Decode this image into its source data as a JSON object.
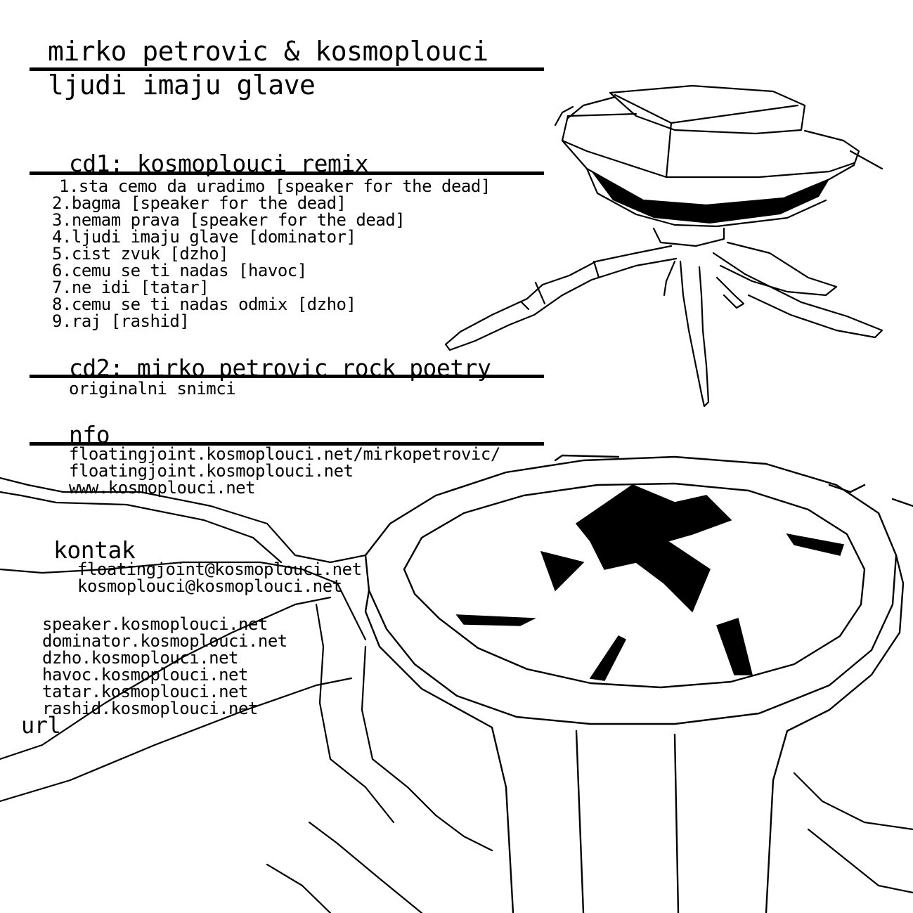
{
  "header": {
    "artist": "mirko petrovic & kosmoplouci",
    "album": "ljudi imaju glave"
  },
  "cd1": {
    "heading": "cd1: kosmoplouci remix",
    "tracks": [
      "1.sta cemo da uradimo [speaker for the dead]",
      "2.bagma [speaker for the dead]",
      "3.nemam prava [speaker for the dead]",
      "4.ljudi imaju glave [dominator]",
      "5.cist zvuk [dzho]",
      "6.cemu se ti nadas [havoc]",
      "7.ne idi [tatar]",
      "8.cemu se ti nadas odmix [dzho]",
      "9.raj [rashid]"
    ]
  },
  "cd2": {
    "heading": "cd2: mirko petrovic rock poetry",
    "subtitle": "originalni snimci"
  },
  "info": {
    "heading": "nfo",
    "links": [
      "floatingjoint.kosmoplouci.net/mirkopetrovic/",
      "floatingjoint.kosmoplouci.net",
      "www.kosmoplouci.net"
    ]
  },
  "contact": {
    "heading": "kontak",
    "emails": [
      "floatingjoint@kosmoplouci.net",
      "kosmoplouci@kosmoplouci.net"
    ]
  },
  "urls": {
    "items": [
      "speaker.kosmoplouci.net",
      "dominator.kosmoplouci.net",
      "dzho.kosmoplouci.net",
      "havoc.kosmoplouci.net",
      "tatar.kosmoplouci.net",
      "rashid.kosmoplouci.net"
    ],
    "label": "url"
  }
}
